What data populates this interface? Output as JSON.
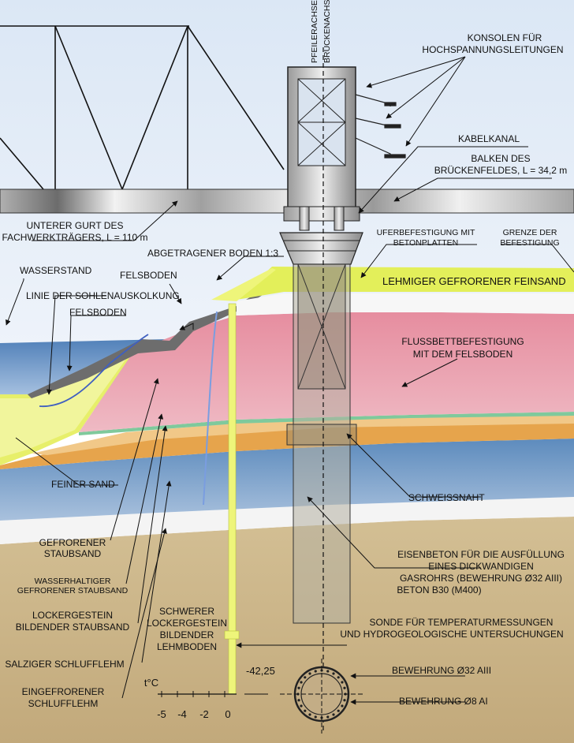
{
  "axes_labels": {
    "pier_axis": "PFEILERACHSE",
    "bridge_axis": "BRÜCKENACHSE"
  },
  "labels": {
    "konsolen_1": "KONSOLEN FÜR",
    "konsolen_2": "HOCHSPANNUNGSLEITUNGEN",
    "kabelkanal": "KABELKANAL",
    "balken_1": "BALKEN DES",
    "balken_2": "BRÜCKENFELDES, L = 34,2 m",
    "gurt_1": "UNTERER GURT DES",
    "gurt_2": "FACHWERKTRÄGERS, L = 110 m",
    "abgetragen": "ABGETRAGENER BODEN 1:3",
    "ufer_1": "UFERBEFESTIGUNG MIT",
    "ufer_2": "BETONPLATTEN",
    "grenze_1": "GRENZE DER",
    "grenze_2": "BEFESTIGUNG",
    "wasserstand": "WASSERSTAND",
    "felsboden_upper": "FELSBODEN",
    "lehmiger": "LEHMIGER GEFRORENER FEINSAND",
    "sohlen": "LINIE DER SOHLENAUSKOLKUNG",
    "felsboden_lower": "FELSBODEN",
    "flussbett_1": "FLUSSBETTBEFESTIGUNG",
    "flussbett_2": "MIT DEM FELSBODEN",
    "feiner_sand": "FEINER SAND",
    "schweissnaht": "SCHWEISSNAHT",
    "gefrorener_1": "GEFRORENER",
    "gefrorener_2": "STAUBSAND",
    "eisenbeton_1": "EISENBETON FÜR DIE AUSFÜLLUNG",
    "eisenbeton_2": "EINES DICKWANDIGEN",
    "eisenbeton_3": "GASROHRS (BEWEHRUNG Ø32 AIII)",
    "eisenbeton_4": "BETON B30 (M400)",
    "wasserhaltig_1": "WASSERHALTIGER",
    "wasserhaltig_2": "GEFRORENER STAUBSAND",
    "locker_1": "LOCKERGESTEIN",
    "locker_2": "BILDENDER STAUBSAND",
    "schwerer_1": "SCHWERER",
    "schwerer_2": "LOCKERGESTEIN",
    "schwerer_3": "BILDENDER",
    "schwerer_4": "LEHMBODEN",
    "sonde_1": "SONDE FÜR TEMPERATURMESSUNGEN",
    "sonde_2": "UND HYDROGEOLOGISCHE UNTERSUCHUNGEN",
    "salziger": "SALZIGER SCHLUFFLEHM",
    "eingefroren_1": "EINGEFRORENER",
    "eingefroren_2": "SCHLUFFLEHM",
    "bew32": "BEWEHRUNG Ø32 AIII",
    "bew8": "BEWEHRUNG Ø8 AI",
    "depth": "-42,25"
  },
  "temperature_scale": {
    "unit": "t°C",
    "ticks": [
      "-5",
      "-4",
      "-2",
      "0"
    ]
  },
  "colors": {
    "sky": "#c9d8ec",
    "water": "#5f8fc4",
    "clay_yellow": "#e7f07a",
    "rock_pink": "#e8a3b0",
    "sand_orange": "#e9b464",
    "blue_layer": "#6e98c4",
    "ground": "#c9b389",
    "probe": "#eef57a",
    "steel": "#a8a8a8"
  }
}
